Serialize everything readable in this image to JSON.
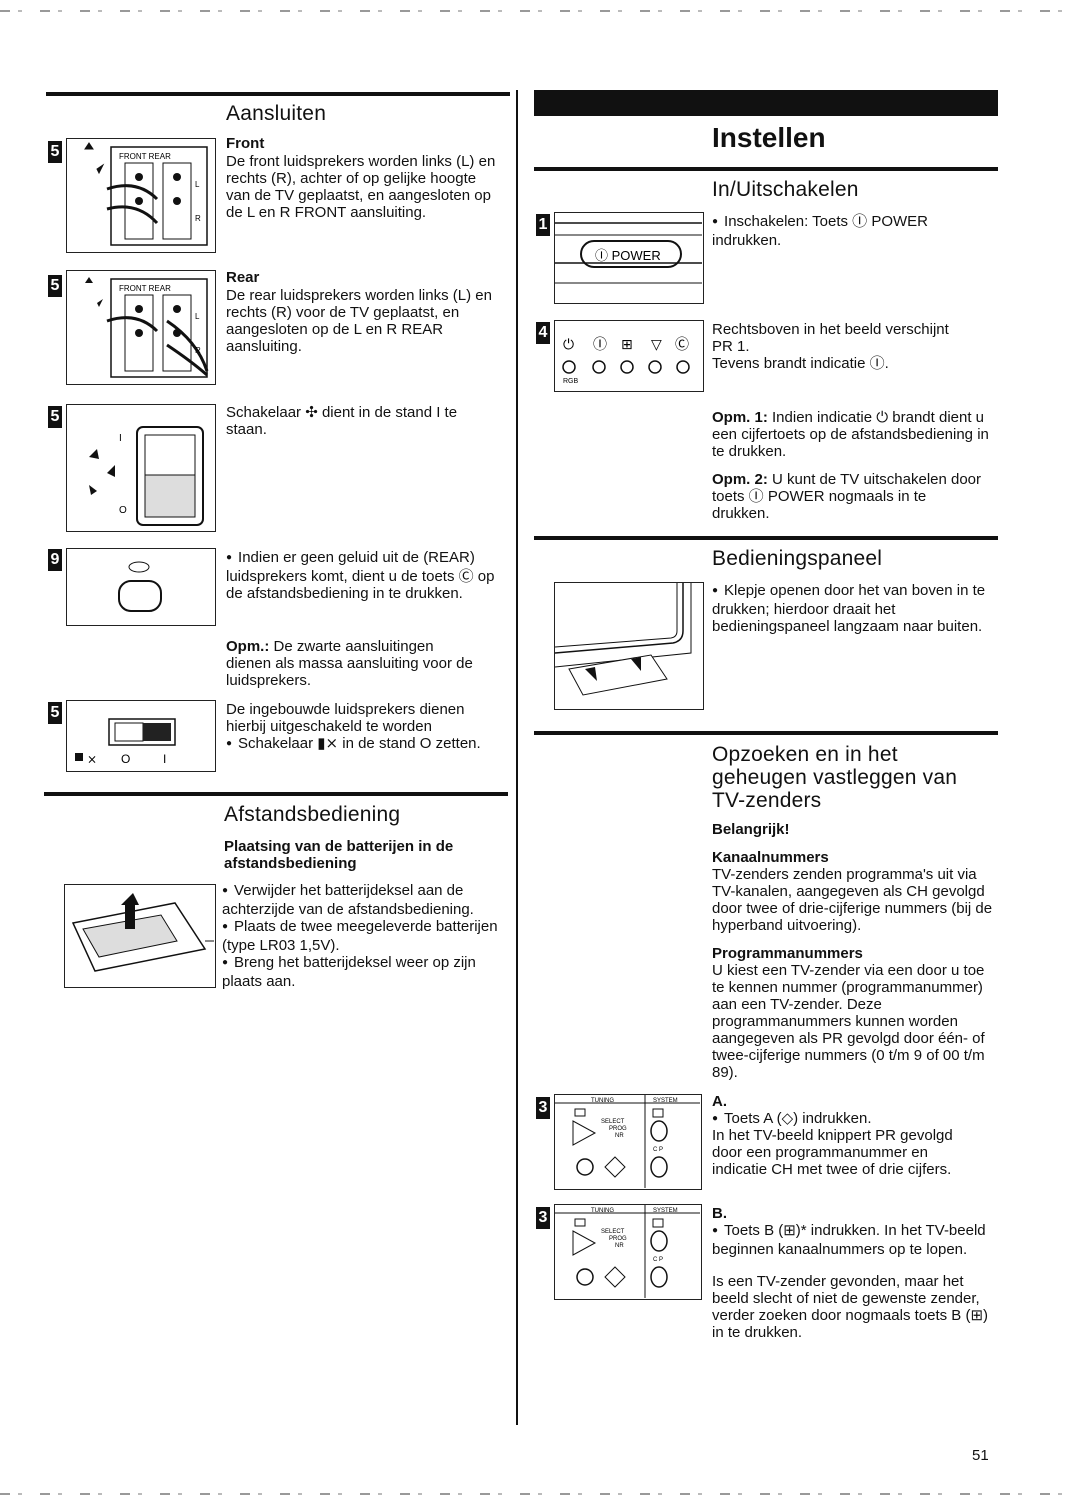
{
  "left": {
    "aansluiten": {
      "title": "Aansluiten",
      "front_head": "Front",
      "front_text": "De front luidsprekers worden links (L) en rechts (R), achter of op gelijke hoogte van de TV geplaatst, en aangesloten op de L en R FRONT aansluiting.",
      "front_fig_label": "FRONT REAR",
      "rear_head": "Rear",
      "rear_text": "De rear luidsprekers worden links (L) en rechts (R) voor de TV geplaatst, en aangesloten op de L en R REAR aansluiting.",
      "rear_fig_label": "FRONT REAR",
      "switch_text": "Schakelaar ✣ dient in de stand I te staan.",
      "geluid_text": "Indien er geen geluid uit de (REAR) luidsprekers komt, dient u de toets Ⓒ op de afstandsbediening in te drukken.",
      "opm_label": "Opm.:",
      "opm_text": " De zwarte aansluitingen dienen als massa aansluiting voor de luidsprekers.",
      "ingebouwd_text": "De ingebouwde luidsprekers dienen hierbij uitgeschakeld te worden",
      "schakelaar_bullet": "Schakelaar ▮⨯ in de stand O zetten.",
      "switch_fig_o": "O",
      "switch_fig_i": "I"
    },
    "afstand": {
      "title": "Afstandsbediening",
      "sub": "Plaatsing van de batterijen in de afstandsbediening",
      "bullets": [
        "Verwijder het batterijdeksel aan de achterzijde van de afstandsbediening.",
        "Plaats de twee meegeleverde batterijen (type LR03 1,5V).",
        "Breng het batterijdeksel weer op zijn plaats aan."
      ]
    }
  },
  "right": {
    "header": "Instellen",
    "in_uit": {
      "title": "In/Uitschakelen",
      "bullet": "Inschakelen: Toets Ⓘ POWER indrukken.",
      "power_label": "Ⓘ POWER",
      "rechtsboven": "Rechtsboven in het beeld verschijnt PR 1.",
      "tevens": "Tevens brandt indicatie Ⓘ.",
      "opm1_label": "Opm. 1:",
      "opm1_text": " Indien indicatie ⏻ brandt dient u een cijfertoets op de afstandsbediening in te drukken.",
      "opm2_label": "Opm. 2:",
      "opm2_text": " U kunt de TV uitschakelen door toets Ⓘ POWER nogmaals in te drukken.",
      "rgb_label": "RGB"
    },
    "bedienings": {
      "title": "Bedieningspaneel",
      "bullet": "Klepje openen door het van boven in te drukken; hierdoor draait het bedieningspaneel langzaam naar buiten."
    },
    "opzoeken": {
      "title_lines": [
        "Opzoeken en in het",
        "geheugen vastleggen van",
        "TV-zenders"
      ],
      "belangrijk": "Belangrijk!",
      "kanaal_head": "Kanaalnummers",
      "kanaal_text": "TV-zenders zenden programma's uit via TV-kanalen, aangegeven als CH gevolgd door twee of drie-cijferige nummers (bij de hyperband uitvoering).",
      "programma_head": "Programmanummers",
      "programma_text": "U kiest een TV-zender via een door u toe te kennen nummer (programmanummer) aan een TV-zender. Deze programmanummers kunnen worden aangegeven als PR gevolgd door één- of twee-cijferige nummers (0 t/m 9 of 00 t/m 89).",
      "a_head": "A.",
      "a_bullet": "Toets A (◇) indrukken.",
      "a_text": "In het TV-beeld knippert PR gevolgd door een programmanummer en indicatie CH met twee of drie cijfers.",
      "b_head": "B.",
      "b_bullet": "Toets B (⊞)* indrukken. In het TV-beeld beginnen kanaalnummers op te lopen.",
      "b_text": "Is een TV-zender gevonden, maar het beeld slecht of niet de gewenste zender, verder zoeken door nogmaals toets B (⊞) in te drukken.",
      "panel_tuning": "TUNING",
      "panel_system": "SYSTEM",
      "panel_select": "SELECT",
      "panel_prog": "PROG",
      "panel_nr": "NR",
      "panel_cp": "C P"
    }
  },
  "badges": [
    "5",
    "5",
    "5",
    "9",
    "5",
    "1",
    "4",
    "3",
    "3"
  ],
  "page_number": "51"
}
